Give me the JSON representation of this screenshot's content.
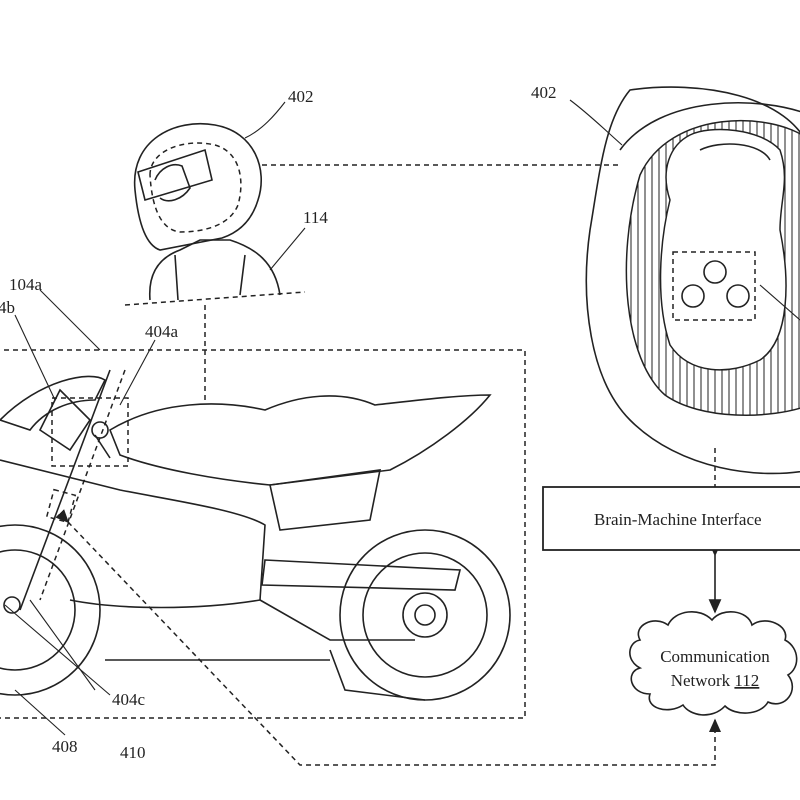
{
  "figure": {
    "labels": {
      "helmet_side": "402",
      "helmet_top": "402",
      "rider": "114",
      "vehicle": "104a",
      "sensor_b": "4b",
      "sensor_a": "404a",
      "sensor_c": "404c",
      "wheel": "408",
      "hub": "410"
    },
    "bmi_box": {
      "label": "Brain-Machine Interface"
    },
    "network_cloud": {
      "line1": "Communication",
      "line2_text": "Network ",
      "line2_ref": "112"
    }
  }
}
